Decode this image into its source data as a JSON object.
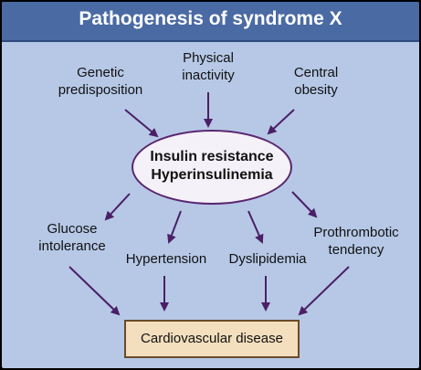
{
  "title": "Pathogenesis of syndrome X",
  "causes": {
    "genetic": [
      "Genetic",
      "predisposition"
    ],
    "physical": [
      "Physical",
      "inactivity"
    ],
    "obesity": [
      "Central",
      "obesity"
    ]
  },
  "center": [
    "Insulin resistance",
    "Hyperinsulinemia"
  ],
  "effects": {
    "glucose": [
      "Glucose",
      "intolerance"
    ],
    "hypertension": [
      "Hypertension"
    ],
    "dyslipidemia": [
      "Dyslipidemia"
    ],
    "prothrombotic": [
      "Prothrombotic",
      "tendency"
    ]
  },
  "outcome": "Cardiovascular disease",
  "colors": {
    "background": "#b6c8e6",
    "title_bar": "#4a6aa3",
    "arrow": "#4b1f66",
    "outcome_box": "#f3dfbd"
  }
}
